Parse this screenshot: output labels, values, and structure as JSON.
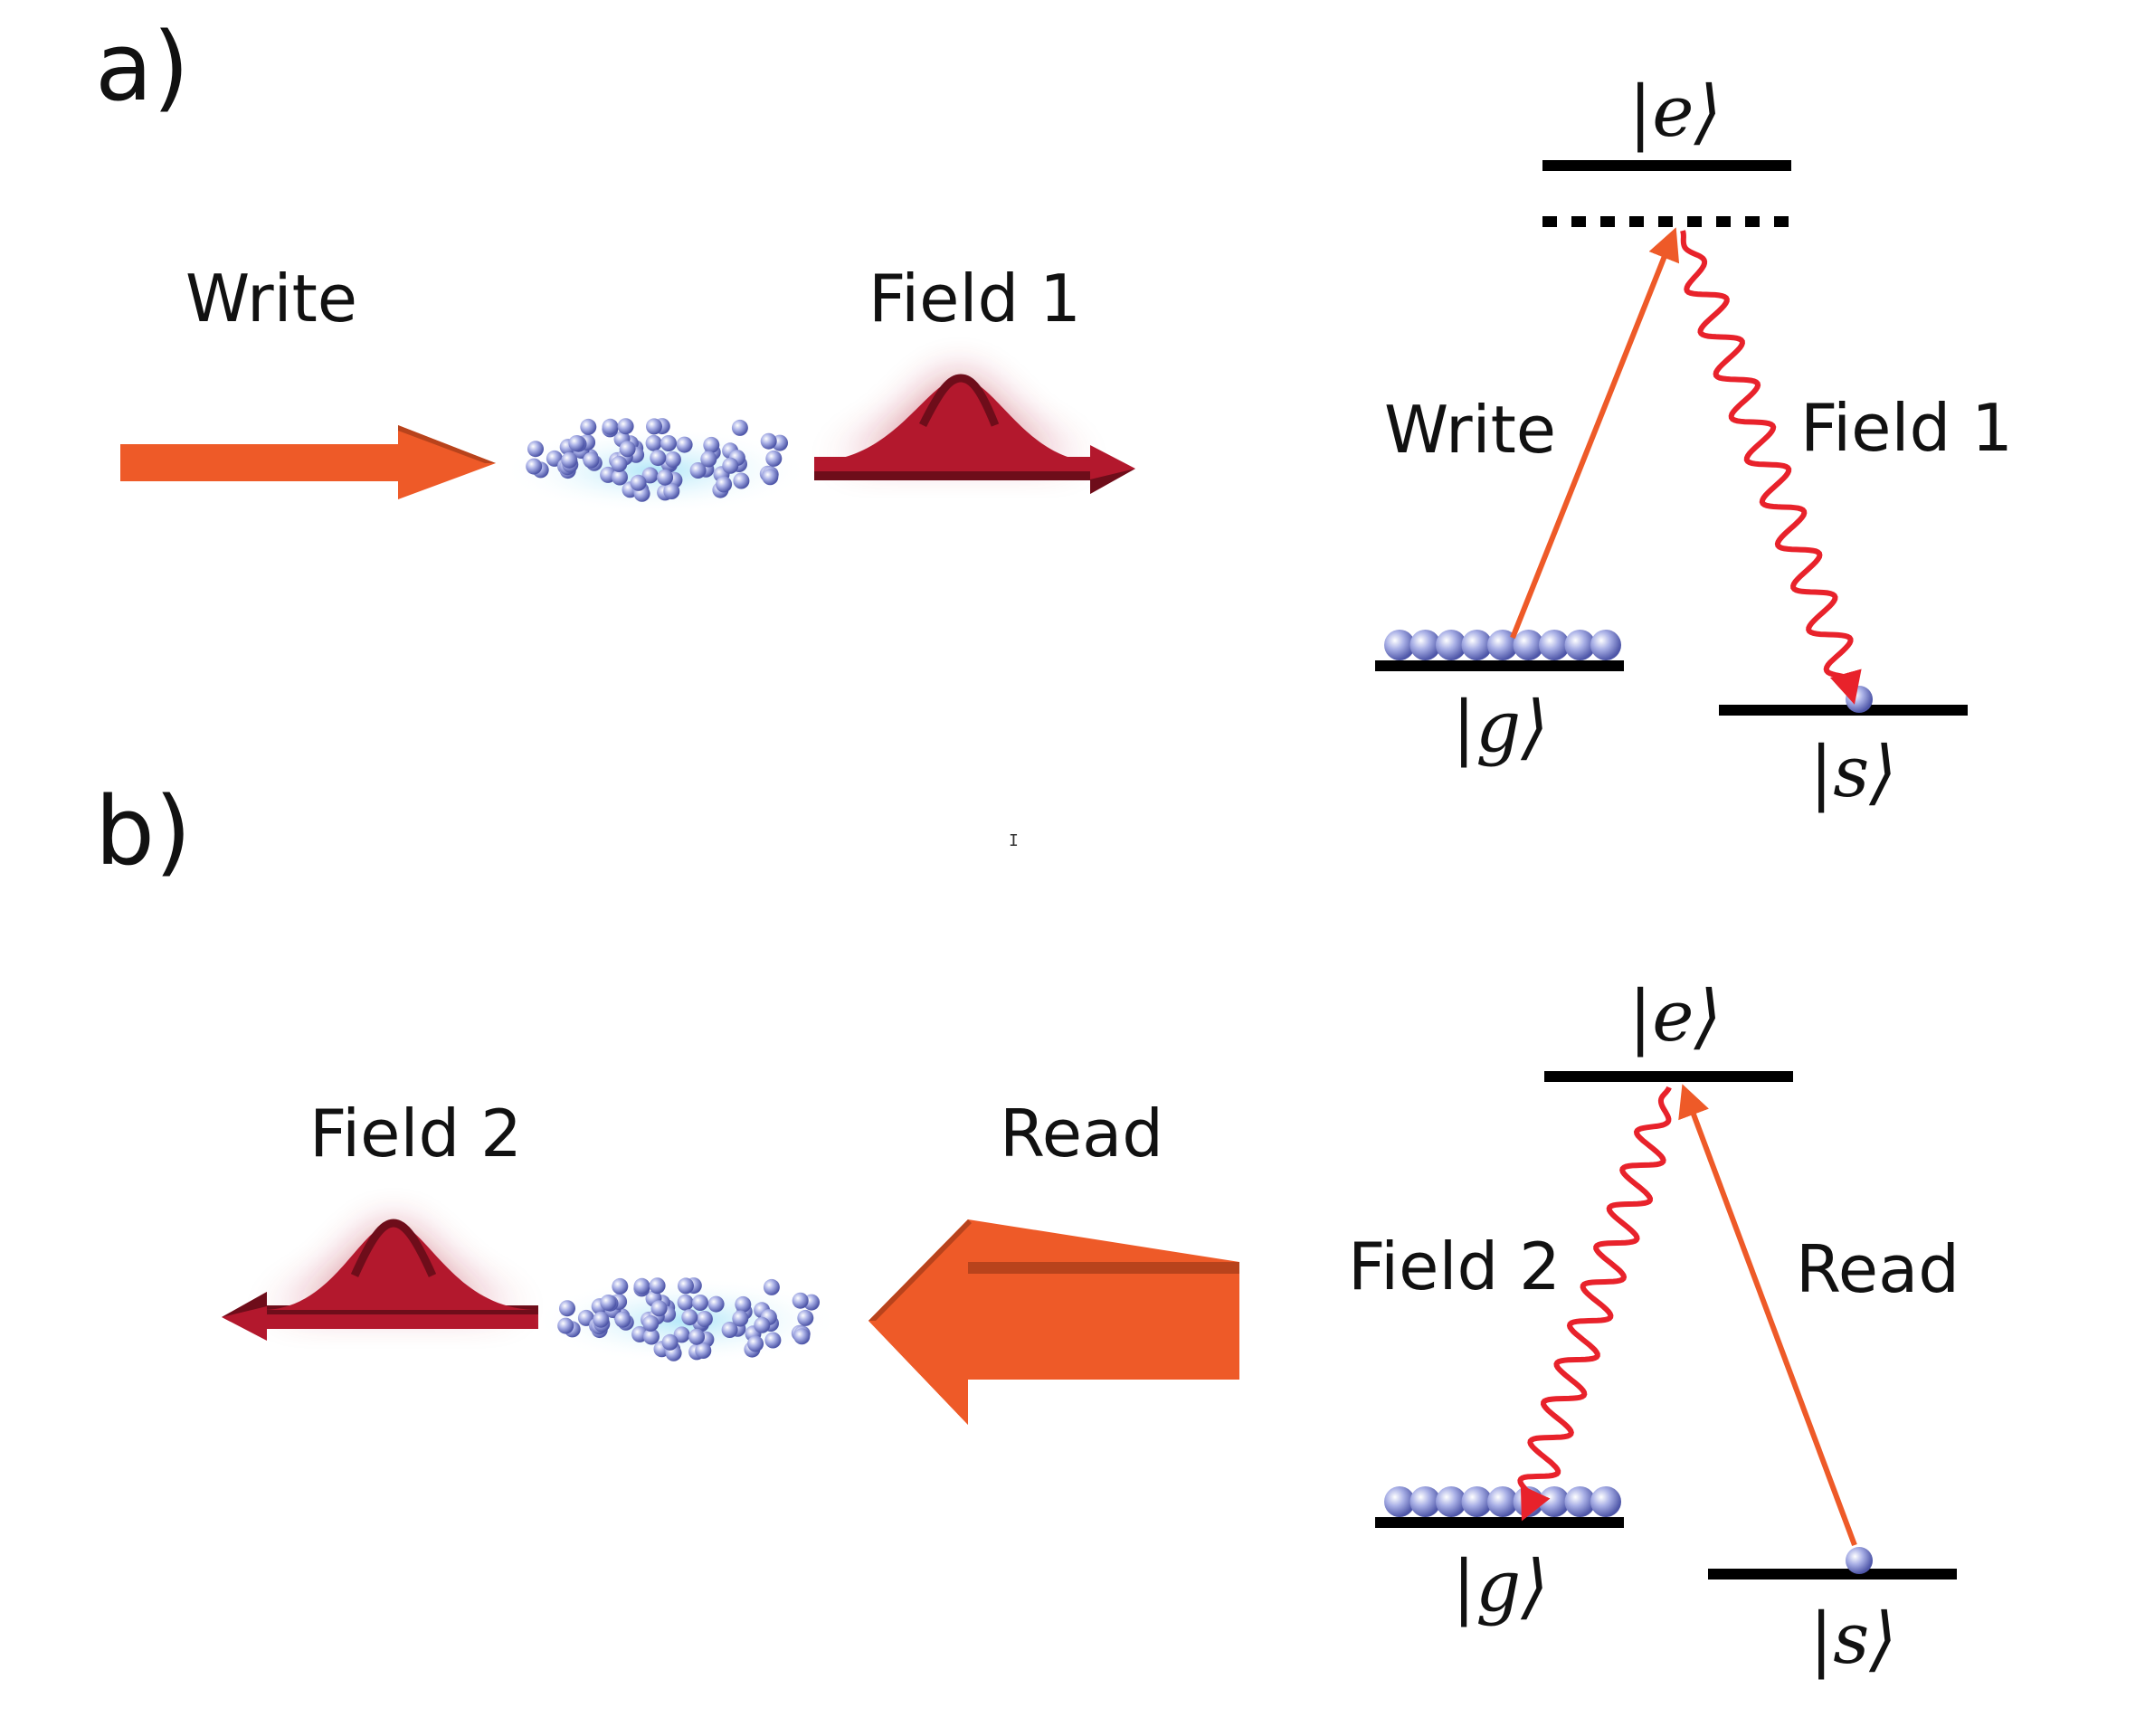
{
  "panels": [
    {
      "panel_label": "a)",
      "beam_in_label": "Write",
      "beam_out_label": "Field 1",
      "level_e": "|e⟩",
      "level_g": "|g⟩",
      "level_s": "|s⟩",
      "transition_drive_label": "Write",
      "transition_emit_label": "Field 1"
    },
    {
      "panel_label": "b)",
      "beam_in_label": "Read",
      "beam_out_label": "Field 2",
      "level_e": "|e⟩",
      "level_g": "|g⟩",
      "level_s": "|s⟩",
      "transition_drive_label": "Read",
      "transition_emit_label": "Field 2"
    }
  ],
  "cursor_glyph": "I",
  "colors": {
    "pump_orange": "#ee5a28",
    "pump_orange_dark": "#b8431c",
    "photon_red": "#b3182d",
    "photon_red_dark": "#6e0d1a",
    "wavy_red": "#e8222b",
    "atom_blue": "#9fa6e0",
    "atom_blue_dark": "#5b63b8",
    "cloud_glow": "#bfe8f7",
    "level_black": "#000000"
  }
}
